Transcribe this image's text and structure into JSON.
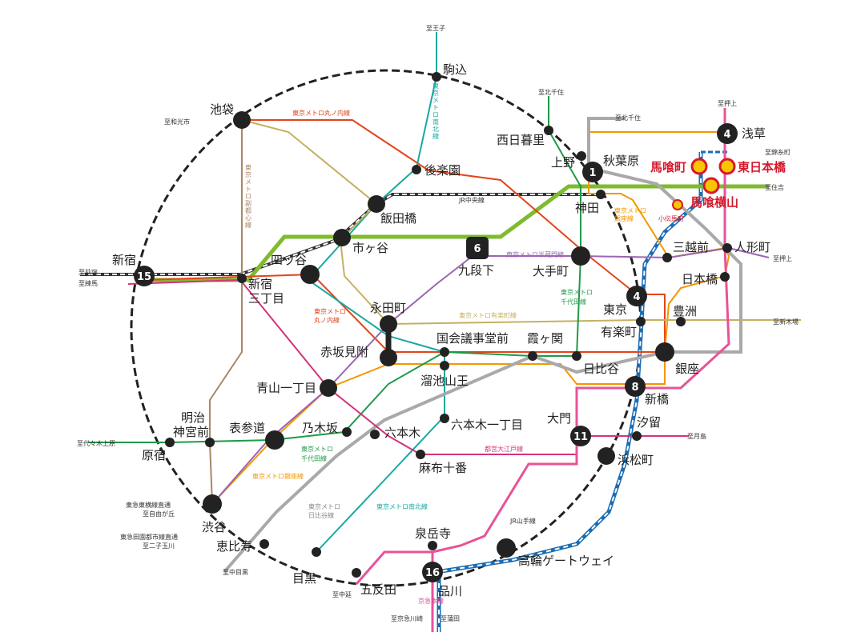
{
  "stations": {
    "komagome": "駒込",
    "ikebukuro": "池袋",
    "nishinippori": "西日暮里",
    "korakuen": "後楽園",
    "ueno": "上野",
    "akihabara": "秋葉原",
    "iidabashi": "飯田橋",
    "kanda": "神田",
    "shinjuku": "新宿",
    "yotsuya": "四ッ谷",
    "ichigaya": "市ヶ谷",
    "kudanshita": "九段下",
    "otemachi": "大手町",
    "mitsukoshimae": "三越前",
    "ningyocho": "人形町",
    "nihonbashi": "日本橋",
    "shinjuku3": "新宿\n三丁目",
    "nagatacho": "永田町",
    "tokyo": "東京",
    "yurakucho": "有楽町",
    "toyosu": "豊洲",
    "akasakamitsuke": "赤坂見附",
    "kokkai": "国会議事堂前",
    "kasumigaseki": "霞ヶ関",
    "tameike": "溜池山王",
    "hibiya": "日比谷",
    "ginza": "銀座",
    "aoyama": "青山一丁目",
    "shinbashi": "新橋",
    "meiji": "明治\n神宮前",
    "omotesando": "表参道",
    "nogizaka": "乃木坂",
    "roppongi": "六本木",
    "roppongi1": "六本木一丁目",
    "daimon": "大門",
    "shiodome": "汐留",
    "harajuku": "原宿",
    "azabu": "麻布十番",
    "hamamatsucho": "浜松町",
    "shibuya": "渋谷",
    "ebisu": "恵比寿",
    "sengakuji": "泉岳寺",
    "takanawa": "高輪ゲートウェイ",
    "meguro": "目黒",
    "gotanda": "五反田",
    "shinagawa": "品川",
    "asakusa": "浅草"
  },
  "highlight": {
    "bakurocho": "馬喰町",
    "higashinihonbashi": "東日本橋",
    "bakuroyokoyama": "馬喰横山",
    "kodenmacho": "小伝馬町"
  },
  "directions": {
    "oji": "至王子",
    "kitasenju1": "至北千住",
    "kitasenju2": "至北千住",
    "oshiage1": "至押上",
    "kinshicho": "至錦糸町",
    "sumiyoshi": "至住吉",
    "wakoshi": "至和光市",
    "ogikubo": "至荻窪",
    "nerima": "至練馬",
    "oshiage2": "至押上",
    "shinkiba": "至新木場",
    "yoyogiuehara": "至代々木上原",
    "tsukishima": "至月島",
    "jiyugaoka": "東急東横線直通\n至自由が丘",
    "futakotamagawa": "東急田園都市線直通\n至二子玉川",
    "nakameguro": "至中目黒",
    "nakanobu": "至中延",
    "keikyukawasaki": "至京急川崎",
    "kamata": "至蒲田"
  },
  "lines": {
    "marunouchi_top": "東京メトロ丸ノ内線",
    "namboku_top": "東京メトロ南北線",
    "fukutoshin": "東京メトロ副都心線",
    "chuo": "JR中央線",
    "ginza_top": "東京メトロ銀座線",
    "hanzomon": "東京メトロ半蔵門線",
    "chiyoda_top": "東京メトロ千代田線",
    "marunouchi_mid": "東京メトロ丸ノ内線",
    "yurakucho": "東京メトロ有楽町線",
    "chiyoda_mid": "東京メトロ千代田線",
    "oedo": "都営大江戸線",
    "ginza_low": "東京メトロ銀座線",
    "hibiya": "東京メトロ日比谷線",
    "namboku_low": "東京メトロ南北線",
    "yamanote": "JR山手線",
    "keikyu": "京急本線"
  },
  "badges": {
    "b1": "1",
    "b4a": "4",
    "b4b": "4",
    "b6": "6",
    "b8": "8",
    "b11": "11",
    "b15": "15",
    "b16": "16"
  },
  "colors": {
    "marunouchi": "#e2451b",
    "ginza": "#f39700",
    "chuo": "#7ebb2e",
    "namboku": "#16a9a0",
    "hanzomon": "#9b65b0",
    "chiyoda": "#1e9a48",
    "yurakucho": "#c5b061",
    "fukutoshin": "#a88767",
    "hibiya": "#a9a9a9",
    "oedo": "#d5337b",
    "asakusa": "#e85298",
    "shinjuku": "#7fb82c",
    "keikyu": "#e54a94",
    "highlight": "#d6182b"
  }
}
